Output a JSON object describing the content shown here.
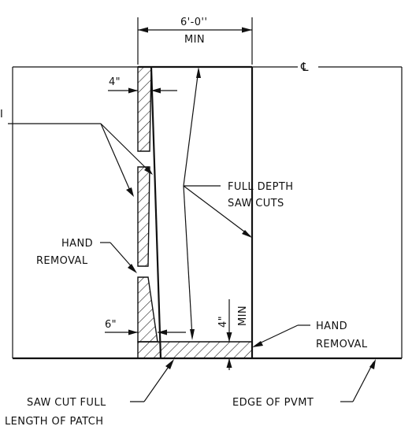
{
  "labels": {
    "width_dim": "6'-0''",
    "width_min": "MIN",
    "centerline": "℄",
    "dim_4_left": "4\"",
    "full_depth_1": "FULL DEPTH",
    "full_depth_2": "SAW CUTS",
    "hand_removal_left_1": "HAND",
    "hand_removal_left_2": "REMOVAL",
    "dim_6": "6\"",
    "dim_4_bottom": "4\"",
    "dim_4_bottom_min": "MIN",
    "hand_removal_right_1": "HAND",
    "hand_removal_right_2": "REMOVAL",
    "saw_cut_1": "SAW CUT FULL",
    "saw_cut_2": "LENGTH OF PATCH",
    "edge_of_pvmt": "EDGE OF PVMT",
    "partial_left": "I"
  }
}
